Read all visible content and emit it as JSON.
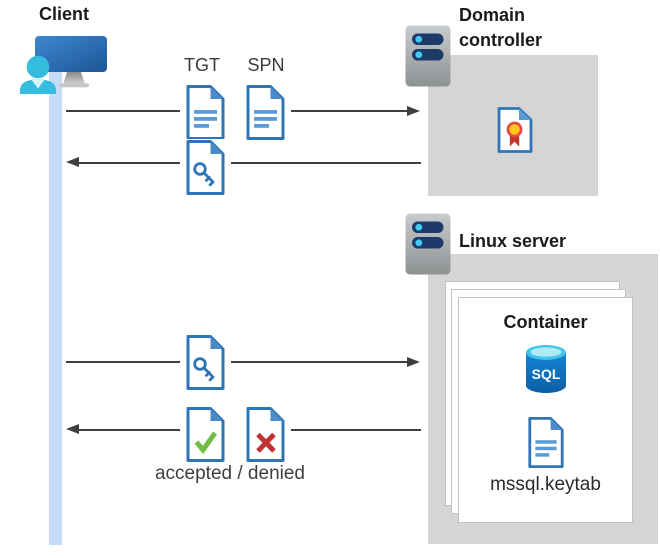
{
  "client": {
    "label": "Client"
  },
  "domain_controller": {
    "label": "Domain controller"
  },
  "linux_server": {
    "label": "Linux server"
  },
  "container": {
    "label": "Container",
    "sql_badge": "SQL",
    "keytab_label": "mssql.keytab"
  },
  "flow": {
    "tgt_label": "TGT",
    "spn_label": "SPN",
    "result_label": "accepted / denied"
  },
  "icons": {
    "client": "person-at-monitor-icon",
    "domain_controller": "server-rack-icon",
    "linux_server": "server-rack-icon",
    "request_docs": "document-text-icon",
    "ticket": "document-key-icon",
    "certificate": "certificate-document-icon",
    "accepted": "document-check-icon",
    "denied": "document-x-icon",
    "sql": "sql-database-cylinder-icon"
  },
  "colors": {
    "doc_blue": "#2E75B6",
    "doc_fold_blue": "#4C8BC9",
    "doc_line_blue": "#5B9BD5",
    "lifeline_blue": "#C5DBF6",
    "box_gray": "#D5D5D5",
    "arrow_gray": "#3F3F3F",
    "check_green": "#6FBF44",
    "cross_red": "#C13232",
    "medal_yellow": "#FFC81F",
    "cyan_accent": "#41C9F4",
    "person_cyan": "#35BCDF",
    "sql_body_blue": "#0B5FA5"
  }
}
